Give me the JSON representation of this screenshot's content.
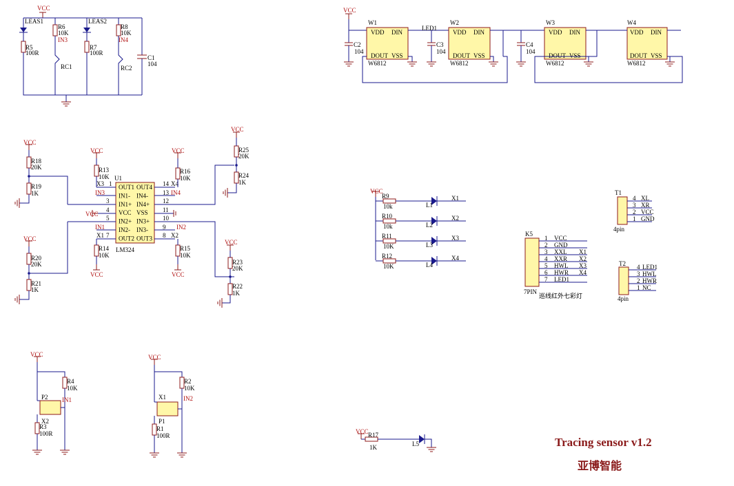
{
  "power": {
    "vcc": "VCC"
  },
  "title": {
    "main": "Tracing sensor v1.2",
    "company": "亚博智能"
  },
  "sensor_block": {
    "leas1": "LEAS1",
    "leas2": "LEAS2",
    "r5": "R5",
    "r5v": "100R",
    "r6": "R6",
    "r6v": "10K",
    "in3": "IN3",
    "r7": "R7",
    "r7v": "100R",
    "r8": "R8",
    "r8v": "10K",
    "in4": "IN4",
    "rc1": "RC1",
    "rc2": "RC2",
    "c1": "C1",
    "c1v": "104"
  },
  "led_chain": {
    "w1": "W1",
    "w2": "W2",
    "w3": "W3",
    "w4": "W4",
    "vdd": "VDD",
    "din": "DIN",
    "dout": "DOUT",
    "vss": "VSS",
    "part": "W6812",
    "c2": "C2",
    "c3": "C3",
    "c4": "C4",
    "cap": "104",
    "led1": "LED1"
  },
  "comparator": {
    "u1": "U1",
    "part": "LM324",
    "pins_left": [
      "OUT1",
      "IN1-",
      "IN1+",
      "VCC",
      "IN2+",
      "IN2-",
      "OUT2"
    ],
    "pins_right": [
      "OUT4",
      "IN4-",
      "IN4+",
      "VSS",
      "IN3+",
      "IN3-",
      "OUT3"
    ],
    "r13": "R13",
    "r14": "R14",
    "r15": "R15",
    "r16": "R16",
    "r10k": "10K",
    "r18": "R18",
    "r19": "R19",
    "r20": "R20",
    "r21": "R21",
    "r22": "R22",
    "r23": "R23",
    "r24": "R24",
    "r25": "R25",
    "v20k": "20K",
    "v1k": "1K",
    "x1": "X1",
    "x2": "X2",
    "x3": "X3",
    "x4": "X4",
    "in1": "IN1",
    "in2": "IN2",
    "in3": "IN3",
    "in4": "IN4"
  },
  "indicator": {
    "r9": "R9",
    "r10": "R10",
    "r11": "R11",
    "r12": "R12",
    "v10k": "10k",
    "v10K": "10K",
    "l1": "L1",
    "l2": "L2",
    "l3": "L3",
    "l4": "L4",
    "x1": "X1",
    "x2": "X2",
    "x3": "X3",
    "x4": "X4"
  },
  "connectors": {
    "k5": "K5",
    "k5pins": [
      "VCC",
      "GND",
      "XXL",
      "XXR",
      "HWL",
      "HWR",
      "LED1"
    ],
    "k5nets": [
      "",
      "",
      "X1",
      "X2",
      "X3",
      "X4",
      ""
    ],
    "k5type": "7PIN",
    "k5desc": "巡线红外七彩灯",
    "t1": "T1",
    "t1pins": [
      "XL",
      "XR",
      "VCC",
      "GND"
    ],
    "t2": "T2",
    "t2pins": [
      "LED1",
      "HWL",
      "HWR",
      "NC"
    ],
    "pin4": "4pin"
  },
  "pots": {
    "p1": "P1",
    "p2": "P2",
    "r1": "R1",
    "r2": "R2",
    "r3": "R3",
    "r4": "R4",
    "v100r": "100R",
    "v10k": "10K",
    "x1": "X1",
    "x2": "X2",
    "in1": "IN1",
    "in2": "IN2"
  },
  "power_led": {
    "r17": "R17",
    "r17v": "1K",
    "l5": "L5"
  }
}
